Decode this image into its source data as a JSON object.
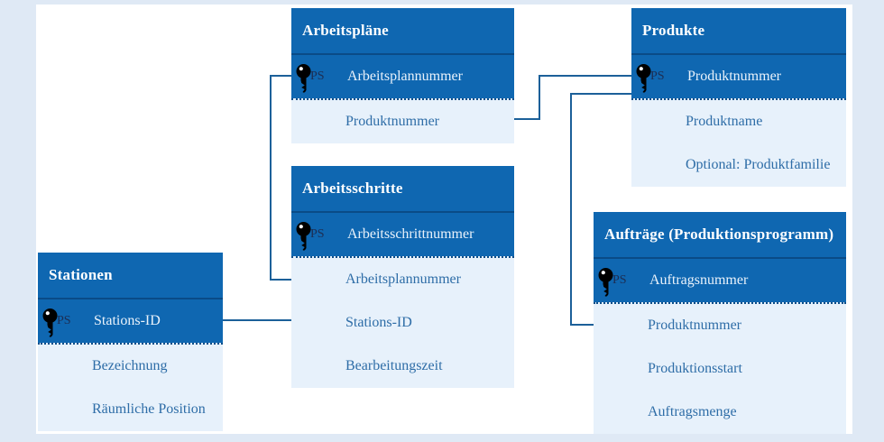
{
  "diagram": {
    "type": "entity-relationship",
    "language": "de",
    "colors": {
      "page_background": "#dfe9f5",
      "panel_background": "#ffffff",
      "header_background": "#0f67b1",
      "key_row_background": "#0f67b1",
      "light_row_background": "#e7f1fb",
      "header_text": "#ffffff",
      "key_row_text": "#e9f2fb",
      "field_text": "#2e6da7",
      "ps_text": "#1d2d52",
      "connector_line": "#1c6099"
    }
  },
  "entities": [
    {
      "id": "arbeitsplaene",
      "title": "Arbeitspläne",
      "key_label": "PS",
      "key_field": "Arbeitsplannummer",
      "fields": [
        "Produktnummer"
      ]
    },
    {
      "id": "produkte",
      "title": "Produkte",
      "key_label": "PS",
      "key_field": "Produktnummer",
      "fields": [
        "Produktname",
        "Optional: Produktfamilie"
      ]
    },
    {
      "id": "arbeitsschritte",
      "title": "Arbeitsschritte",
      "key_label": "PS",
      "key_field": "Arbeitsschrittnummer",
      "fields": [
        "Arbeitsplannummer",
        "Stations-ID",
        "Bearbeitungszeit"
      ]
    },
    {
      "id": "stationen",
      "title": "Stationen",
      "key_label": "PS",
      "key_field": "Stations-ID",
      "fields": [
        "Bezeichnung",
        "Räumliche Position"
      ]
    },
    {
      "id": "auftraege",
      "title": "Aufträge (Produktionsprogramm)",
      "key_label": "PS",
      "key_field": "Auftragsnummer",
      "fields": [
        "Produktnummer",
        "Produktionsstart",
        "Auftragsmenge"
      ]
    }
  ],
  "relationships": [
    {
      "from": "Arbeitspläne.Arbeitsplannummer",
      "to": "Arbeitsschritte.Arbeitsplannummer"
    },
    {
      "from": "Stationen.Stations-ID",
      "to": "Arbeitsschritte.Stations-ID"
    },
    {
      "from": "Arbeitspläne.Produktnummer",
      "to": "Produkte.Produktnummer"
    },
    {
      "from": "Produkte.Produktnummer",
      "to": "Aufträge (Produktionsprogramm).Produktnummer"
    }
  ]
}
